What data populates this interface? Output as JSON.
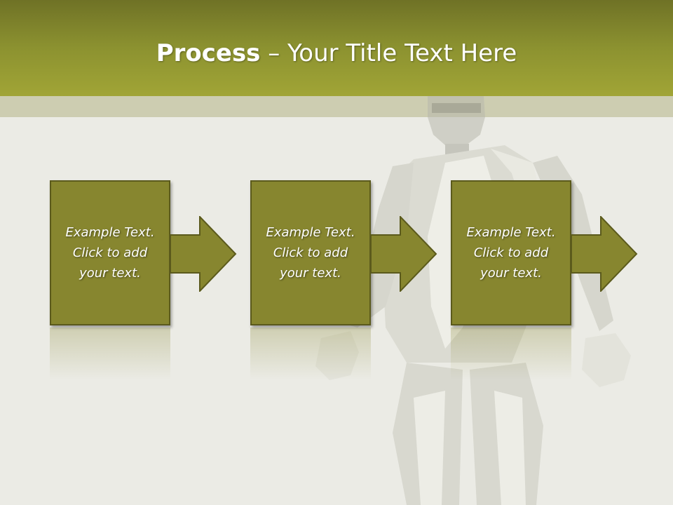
{
  "title": {
    "bold": "Process",
    "rest": " – Your Title Text Here"
  },
  "boxes": [
    {
      "line1": "Example Text.",
      "line2": "Click  to add",
      "line3": "your text."
    },
    {
      "line1": "Example Text.",
      "line2": "Click  to add",
      "line3": "your text."
    },
    {
      "line1": "Example Text.",
      "line2": "Click  to add",
      "line3": "your text."
    }
  ],
  "colors": {
    "header": "#8c9230",
    "box_fill": "#87862f",
    "box_border": "#5b5a1c",
    "background": "#ebebe5"
  }
}
